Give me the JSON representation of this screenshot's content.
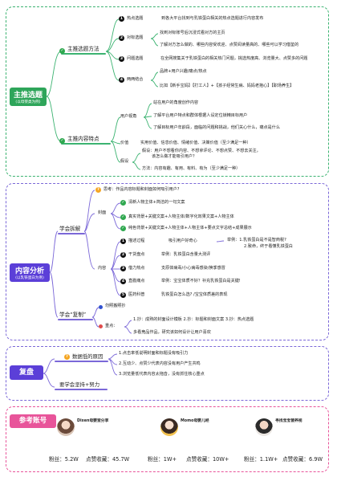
{
  "s1": {
    "title": "主推选题",
    "subtitle": "(以母婴类为例)",
    "method_label": "主推选题方法",
    "hot": {
      "num": "1",
      "label": "热点选题",
      "text": "到各大平台找到与乳铁蛋白相关的热点选题进行内容发布"
    },
    "bench": {
      "num": "2",
      "label": "对标选题",
      "items": [
        "找到对标账号后沉浸式看对方的主页",
        "了解对方怎么做的、哪些内容受欢迎、点赞阅读量高的、哪些可以学习借鉴的"
      ]
    },
    "problem": {
      "num": "3",
      "label": "问题选题",
      "text": "在全网搜集关于乳铁蛋白的相关热门问题，挑选热度高、浏览量大、点赞多的问题"
    },
    "combine": {
      "num": "4",
      "label": "两两结合",
      "items": [
        "品牌+用户兴趣/痛点/热点",
        "比如【新手宝妈】【打工人】+【孩子经常生病、妈妈老抱心】【职场养生】"
      ]
    },
    "content_label": "主推内容特点",
    "user_view": {
      "label": "用户视角",
      "items": [
        "站在用户的角度创作内容",
        "了解平台用户特点和群体根据人设定位锁精目标用户",
        "了解目标用户年龄段，面临的问题和挑战，他们关心什么，痛点是什么"
      ]
    },
    "value": {
      "label": "价值",
      "text": "实用价值、信息价值、情绪价值、决策价值（至少满足一种）"
    },
    "hypo": {
      "label": "假设",
      "items": [
        "假设：用户不想看你内容、不想拿评论、不想点赞、不想去关注，",
        "该怎么做才能吸引用户？",
        "方法：内容有趣、有用、有料、有为（至少满足一种）"
      ]
    }
  },
  "s2": {
    "title": "内容分析",
    "subtitle": "(以乳铁蛋白为例)",
    "learn_label": "学会拆解",
    "think": "思考：作品内容标题和封面如何吸引用户?",
    "cover": {
      "label": "封面",
      "items": [
        "清新人物主体+简洁的一句文案",
        "真实背景+关键文案+人物主体/数字化效果文案+人物主体",
        "纯色背景+关键文案+人物主体+人物主体+要点文字总结+成果展示"
      ]
    },
    "content": {
      "label": "内容",
      "items": [
        {
          "num": "1",
          "label": "描述过程",
          "text": "吸引用户好奇心",
          "extra1": "举例：1.乳铁蛋白是不是智商税?",
          "extra2": "2.致命，终于看懂乳铁蛋白"
        },
        {
          "num": "2",
          "label": "干货盘点",
          "text": "举例：乳铁蛋白含量大测评"
        },
        {
          "num": "3",
          "label": "借力热点",
          "text": "支原体病毒/小心病毒感染/换季感冒"
        },
        {
          "num": "4",
          "label": "直戳痛点",
          "text": "举例：宝宝体质不好？补充乳铁蛋白是关键!"
        },
        {
          "num": "5",
          "label": "医药科普",
          "text": "乳铁蛋白怎么选? /宝宝体质差的表现"
        }
      ]
    },
    "copy_label": "学会“复制”",
    "copy_item1": "勿照搬照抄",
    "key_label": "重点：",
    "key_items": [
      "1.抄：成熟的封面设计模板   2.抄：标题和封面文案   3.抄：热点选题",
      "多看竞品作品，研究该如何设计让用户喜欢"
    ]
  },
  "s3": {
    "title": "复盘",
    "branch1": "数据低的原因",
    "branch2": "要学会坚持+努力",
    "items": [
      "1.点击率低说明封面和标题没有吸引力",
      "2.互动少、点赞少代表内容没有用户产生共鸣",
      "3.浏览量低代表内容太拖沓，没有抓住核心重点"
    ]
  },
  "s4": {
    "title": "参考账号",
    "accounts": [
      {
        "name": "Dixen母婴室分享",
        "fans": "粉丝：5.2W",
        "likes": "点赞收藏：45.7W"
      },
      {
        "name": "Momo母婴儿经",
        "fans": "粉丝：1W+",
        "likes": "点赞收藏：10W+"
      },
      {
        "name": "寻找宝宝营养视",
        "fans": "粉丝：1.1W+",
        "likes": "点赞收藏：6.9W"
      }
    ]
  }
}
